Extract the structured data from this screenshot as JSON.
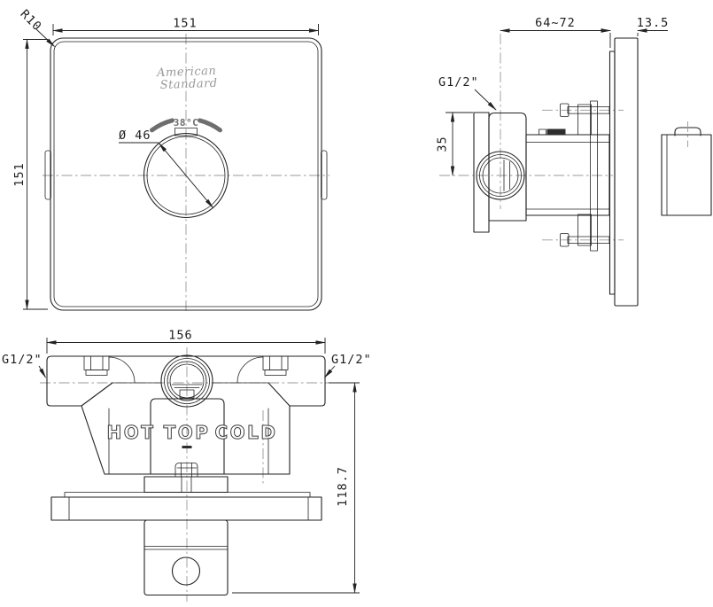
{
  "front_view": {
    "dim_width": "151",
    "dim_height": "151",
    "dim_corner": "R10",
    "dim_knob": "Ø 46",
    "temp": "38°C",
    "brand_line1": "American",
    "brand_line2": "Standard"
  },
  "side_view": {
    "dim_depth": "64~72",
    "dim_plate": "13.5",
    "thread": "G1/2\"",
    "dim_offset": "35"
  },
  "roughin_view": {
    "dim_width": "156",
    "thread_left": "G1/2\"",
    "thread_right": "G1/2\"",
    "label_hot": "HOT",
    "label_top": "TOP",
    "label_cold": "COLD",
    "dim_height": "118.7"
  }
}
